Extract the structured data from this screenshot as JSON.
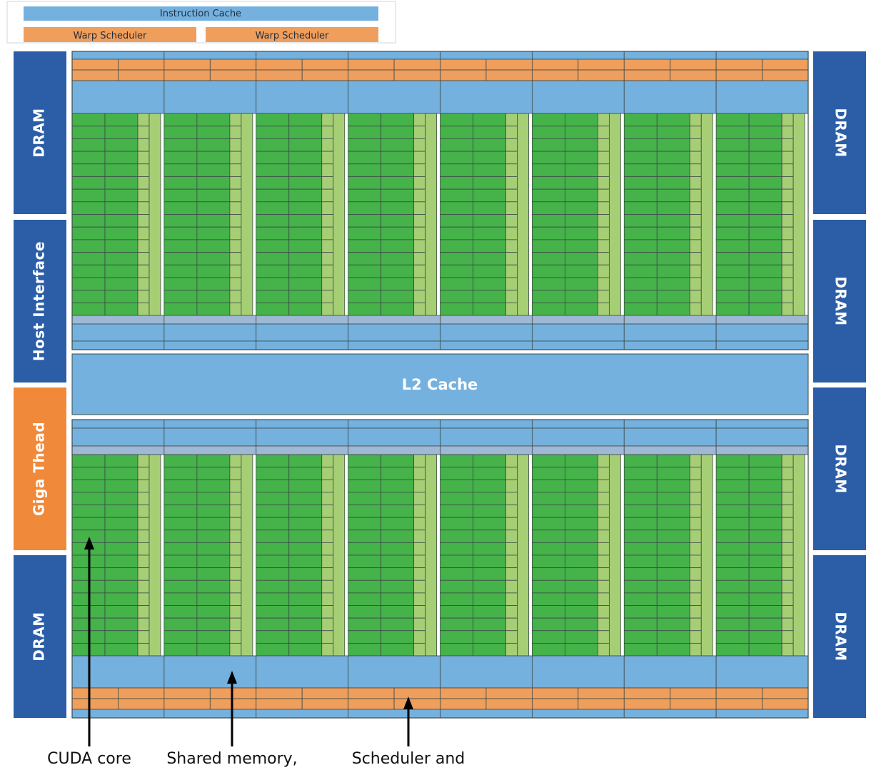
{
  "inset": {
    "instruction_cache": "Instruction Cache",
    "warp_scheduler_left": "Warp Scheduler",
    "warp_scheduler_right": "Warp Scheduler"
  },
  "left_panels": [
    "DRAM",
    "Host Interface",
    "Giga Thead",
    "DRAM"
  ],
  "right_panels": [
    "DRAM",
    "DRAM",
    "DRAM",
    "DRAM"
  ],
  "l2_cache": "L2 Cache",
  "annotations": {
    "cuda_core": "CUDA core",
    "shared_memory": "Shared memory,",
    "scheduler": "Scheduler and"
  },
  "colors": {
    "dram_blue": "#2b5ea7",
    "giga_orange": "#f0893a",
    "cache_blue": "#74b1de",
    "scheduler_orange": "#f09e5c",
    "core_green": "#45b24a",
    "light_green": "#a6cf75",
    "grid_line": "#3c4a48"
  }
}
